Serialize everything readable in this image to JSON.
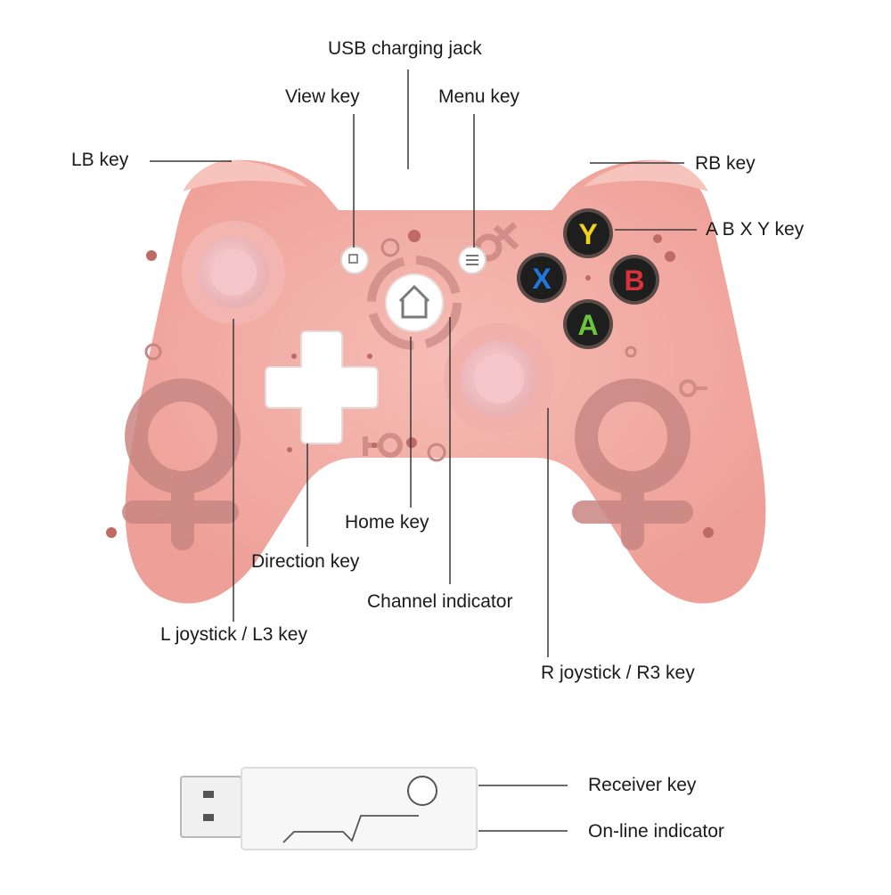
{
  "labels": {
    "usb": "USB charging jack",
    "view": "View key",
    "menu": "Menu key",
    "lb": "LB key",
    "rb": "RB key",
    "abxy": "A B X Y key",
    "home": "Home key",
    "direction": "Direction key",
    "channel": "Channel indicator",
    "ljoy": "L joystick / L3 key",
    "rjoy": "R joystick / R3 key",
    "receiver_key": "Receiver key",
    "online": "On-line indicator"
  },
  "buttons": {
    "y": "Y",
    "x": "X",
    "b": "B",
    "a": "A"
  },
  "colors": {
    "body": "#f4b0a8",
    "body_shade": "#e89a92",
    "symbol": "#c98682",
    "stick": "#f3c2c6",
    "button_y": "#f0d21e",
    "button_x": "#1e78e0",
    "button_b": "#d8323a",
    "button_a": "#6cc43a"
  }
}
